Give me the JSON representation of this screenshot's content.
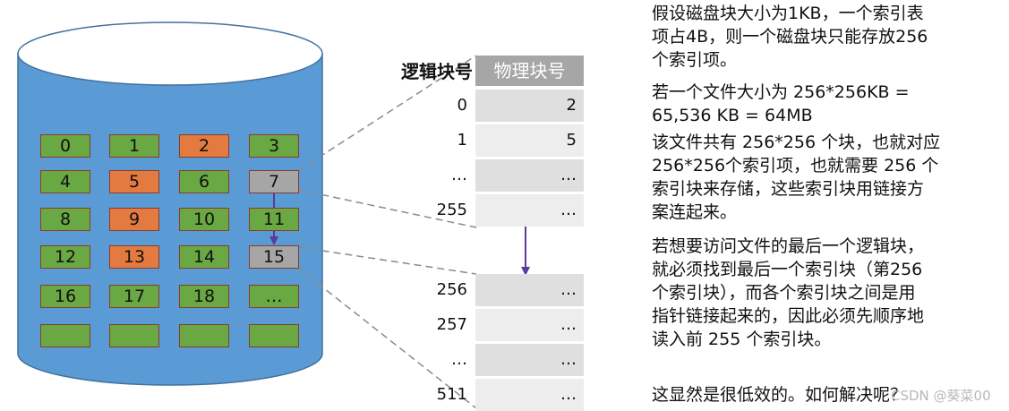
{
  "disk": {
    "blocks": [
      {
        "label": "0",
        "color": "green"
      },
      {
        "label": "1",
        "color": "green"
      },
      {
        "label": "2",
        "color": "orange"
      },
      {
        "label": "3",
        "color": "green"
      },
      {
        "label": "4",
        "color": "green"
      },
      {
        "label": "5",
        "color": "orange"
      },
      {
        "label": "6",
        "color": "green"
      },
      {
        "label": "7",
        "color": "gray"
      },
      {
        "label": "8",
        "color": "green"
      },
      {
        "label": "9",
        "color": "orange"
      },
      {
        "label": "10",
        "color": "green"
      },
      {
        "label": "11",
        "color": "green"
      },
      {
        "label": "12",
        "color": "green"
      },
      {
        "label": "13",
        "color": "orange"
      },
      {
        "label": "14",
        "color": "green"
      },
      {
        "label": "15",
        "color": "gray"
      },
      {
        "label": "16",
        "color": "green"
      },
      {
        "label": "17",
        "color": "green"
      },
      {
        "label": "18",
        "color": "green"
      },
      {
        "label": "…",
        "color": "green"
      },
      {
        "label": "",
        "color": "green"
      },
      {
        "label": "",
        "color": "green"
      },
      {
        "label": "",
        "color": "green"
      },
      {
        "label": "",
        "color": "green"
      }
    ]
  },
  "colors": {
    "disk_fill": "#5b9bd5",
    "disk_stroke": "#41719c",
    "block_green": "#6aa844",
    "block_orange": "#e37a3f",
    "block_gray": "#a6a6a6",
    "arrow": "#5a3a9a"
  },
  "table": {
    "header_logical": "逻辑块号",
    "header_physical": "物理块号",
    "index_block_1": [
      {
        "logical": "0",
        "physical": "2"
      },
      {
        "logical": "1",
        "physical": "5"
      },
      {
        "logical": "…",
        "physical": "…"
      },
      {
        "logical": "255",
        "physical": "…"
      }
    ],
    "index_block_2": [
      {
        "logical": "256",
        "physical": "…"
      },
      {
        "logical": "257",
        "physical": "…"
      },
      {
        "logical": "…",
        "physical": "…"
      },
      {
        "logical": "511",
        "physical": "…"
      }
    ]
  },
  "text": {
    "p1": "假设磁盘块大小为1KB，一个索引表\n项占4B，则一个磁盘块只能存放256\n个索引项。",
    "p2": "若一个文件大小为 256*256KB =\n65,536 KB = 64MB",
    "p3": "该文件共有 256*256 个块，也就对应\n256*256个索引项，也就需要 256 个\n索引块来存储，这些索引块用链接方\n案连起来。",
    "p4": "若想要访问文件的最后一个逻辑块，\n就必须找到最后一个索引块（第256\n个索引块），而各个索引块之间是用\n指针链接起来的，因此必须先顺序地\n读入前 255 个索引块。",
    "p5": "这显然是很低效的。如何解决呢？"
  },
  "watermark": "CSDN @葵菜00"
}
